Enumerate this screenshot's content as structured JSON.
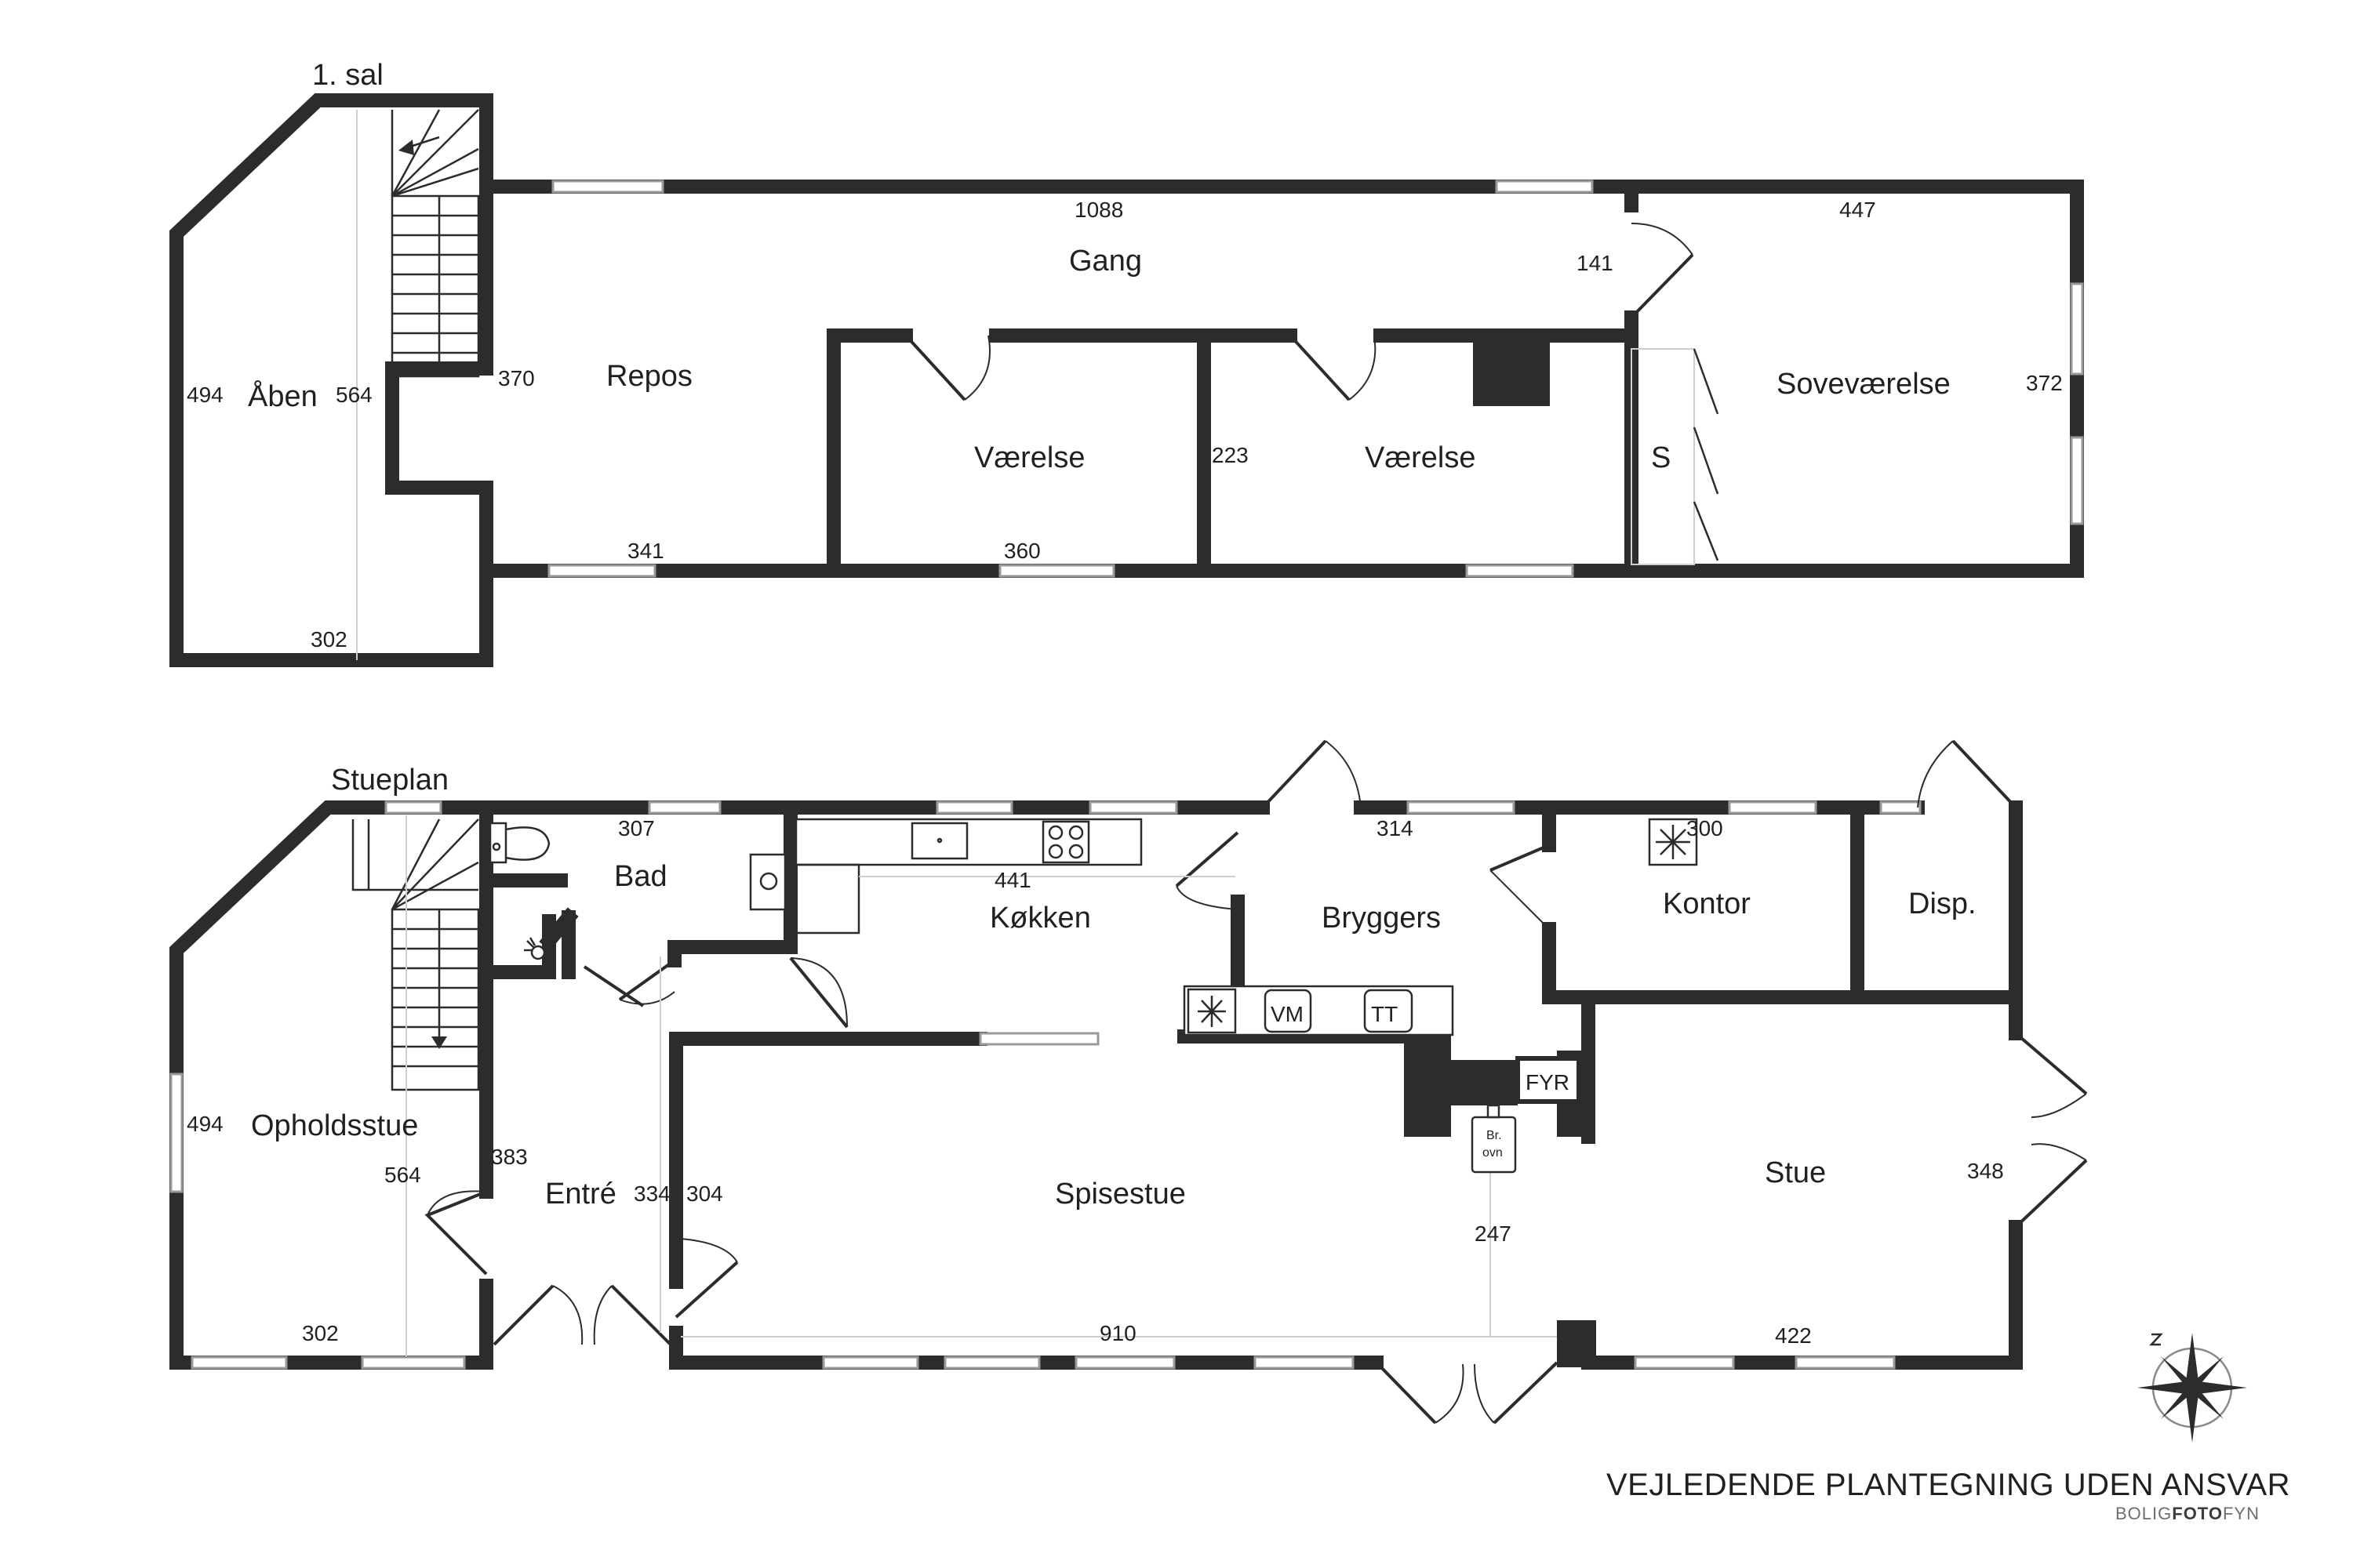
{
  "floors": {
    "upper": {
      "title": "1. sal",
      "rooms": {
        "aaben": "Åben",
        "gang": "Gang",
        "repos": "Repos",
        "vaerelse_1": "Værelse",
        "vaerelse_2": "Værelse",
        "sovevaerelse": "Soveværelse",
        "skab": "S"
      },
      "dimensions": {
        "d1088": "1088",
        "d447": "447",
        "d141": "141",
        "d494": "494",
        "d564": "564",
        "d370": "370",
        "d223": "223",
        "d372": "372",
        "d341": "341",
        "d360": "360",
        "d302": "302"
      }
    },
    "ground": {
      "title": "Stueplan",
      "rooms": {
        "bad": "Bad",
        "koekken": "Køkken",
        "bryggers": "Bryggers",
        "kontor": "Kontor",
        "disp": "Disp.",
        "opholdsstue": "Opholdsstue",
        "entre": "Entré",
        "spisestue": "Spisestue",
        "stue": "Stue"
      },
      "dimensions": {
        "d307": "307",
        "d441": "441",
        "d314": "314",
        "d300": "300",
        "d494": "494",
        "d564": "564",
        "d383": "383",
        "d334": "334",
        "d304": "304",
        "d302": "302",
        "d910": "910",
        "d422": "422",
        "d348": "348",
        "d247": "247"
      },
      "fixtures": {
        "vm": "VM",
        "tt": "TT",
        "fyr": "FYR",
        "braendeovn_line1": "Br.",
        "braendeovn_line2": "ovn"
      }
    }
  },
  "footer": {
    "disclaimer": "VEJLEDENDE PLANTEGNING UDEN ANSVAR",
    "brand_part1": "BOLIG",
    "brand_part2": "FOTO",
    "brand_part3": "FYN"
  },
  "colors": {
    "wall": "#2b2c2e",
    "window": "#999999",
    "background": "#ffffff"
  }
}
